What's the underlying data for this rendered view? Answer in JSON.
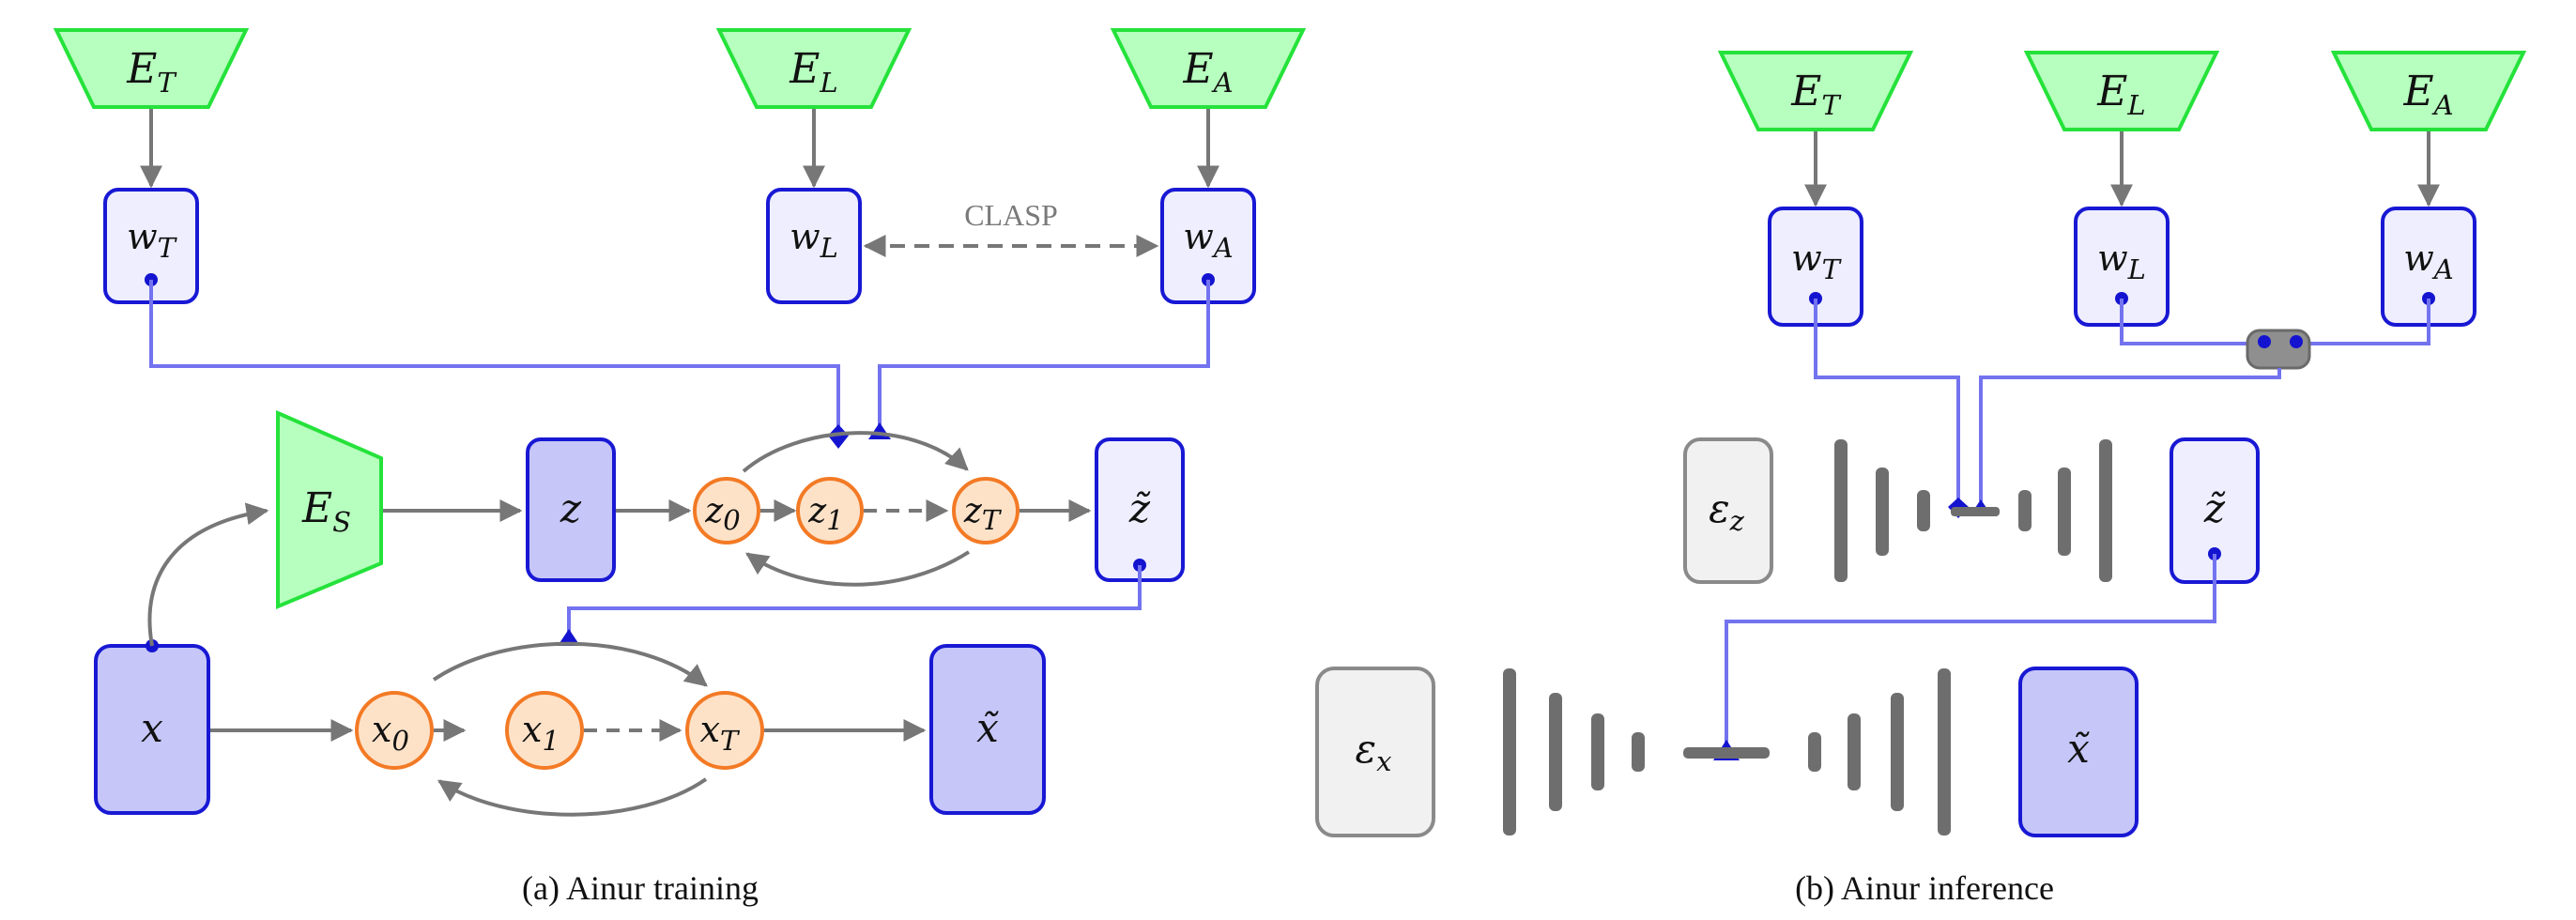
{
  "diagram": {
    "training": {
      "encoders": {
        "text": "E",
        "text_sub": "T",
        "lyrics": "E",
        "lyrics_sub": "L",
        "audio": "E",
        "audio_sub": "A",
        "spectro": "E",
        "spectro_sub": "S"
      },
      "embeddings": {
        "wt": "w",
        "wt_sub": "T",
        "wl": "w",
        "wl_sub": "L",
        "wa": "w",
        "wa_sub": "A"
      },
      "clasp_label": "CLASP",
      "latents": {
        "z": "z",
        "z_tilde": "z̃",
        "x": "x",
        "x_tilde": "x̃"
      },
      "z_chain": [
        {
          "base": "z",
          "sub": "0"
        },
        {
          "base": "z",
          "sub": "1"
        },
        {
          "base": "z",
          "sub": "T"
        }
      ],
      "x_chain": [
        {
          "base": "x",
          "sub": "0"
        },
        {
          "base": "x",
          "sub": "1"
        },
        {
          "base": "x",
          "sub": "T"
        }
      ],
      "caption": "(a)  Ainur training"
    },
    "inference": {
      "encoders": {
        "text": "E",
        "text_sub": "T",
        "lyrics": "E",
        "lyrics_sub": "L",
        "audio": "E",
        "audio_sub": "A"
      },
      "embeddings": {
        "wt": "w",
        "wt_sub": "T",
        "wl": "w",
        "wl_sub": "L",
        "wa": "w",
        "wa_sub": "A"
      },
      "eps_z": "ε",
      "eps_z_sub": "z",
      "eps_x": "ε",
      "eps_x_sub": "x",
      "z_tilde": "z̃",
      "x_tilde": "x̃",
      "caption": "(b)  Ainur inference"
    },
    "colors": {
      "encoder_fill": "#b6ffbe",
      "encoder_stroke": "#25e23b",
      "latent_fill": "#eeeeff",
      "latent_dark_fill": "#c6c6f8",
      "latent_stroke": "#1818d4",
      "diffusion_fill": "#fde2c8",
      "diffusion_stroke": "#f37a25",
      "conditioning_line": "#7373f0",
      "arrow": "#777777"
    }
  }
}
